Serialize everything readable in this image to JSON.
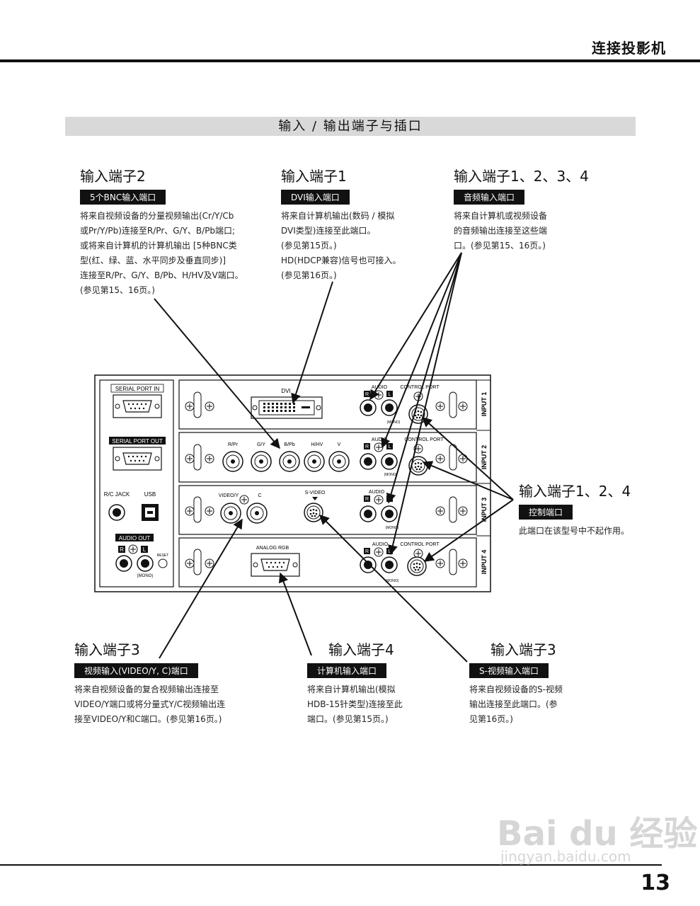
{
  "header": {
    "title": "连接投影机",
    "page_number": "13"
  },
  "banner": {
    "title": "输入 / 输出端子与插口"
  },
  "callouts": {
    "bnc": {
      "heading": "输入端子2",
      "tag": "5个BNC输入端口",
      "desc": "将来自视频设备的分量视频输出(Cr/Y/Cb\n或Pr/Y/Pb)连接至R/Pr、G/Y、B/Pb端口;\n或将来自计算机的计算机输出 [5种BNC类\n型(红、绿、蓝、水平同步及垂直同步)]\n连接至R/Pr、G/Y、B/Pb、H/HV及V端口。\n(参见第15、16页。)"
    },
    "dvi": {
      "heading": "输入端子1",
      "tag": "DVI输入端口",
      "desc": "将来自计算机输出(数码 / 模拟\nDVI类型)连接至此端口。\n(参见第15页。)\nHD(HDCP兼容)信号也可接入。\n(参见第16页。)"
    },
    "audio": {
      "heading": "输入端子1、2、3、4",
      "tag": "音频输入端口",
      "desc": "将来自计算机或视频设备\n的音频输出连接至这些端\n口。(参见第15、16页。)"
    },
    "control": {
      "heading": "输入端子1、2、4",
      "tag": "控制端口",
      "desc": "此端口在该型号中不起作用。"
    },
    "video": {
      "heading": "输入端子3",
      "tag": "视频输入(VIDEO/Y, C)端口",
      "desc": "将来自视频设备的复合视频输出连接至\nVIDEO/Y端口或将分量式Y/C视频输出连\n接至VIDEO/Y和C端口。(参见第16页。)"
    },
    "rgb": {
      "heading": "输入端子4",
      "tag": "计算机输入端口",
      "desc": "将来自计算机输出(模拟\nHDB-15针类型)连接至此\n端口。(参见第15页。)"
    },
    "svideo": {
      "heading": "输入端子3",
      "tag": "S-视频输入端口",
      "desc": "将来自视频设备的S-视频\n输出连接至此端口。(参\n见第16页。)"
    }
  },
  "panel": {
    "serial_in": "SERIAL PORT IN",
    "serial_out": "SERIAL PORT OUT",
    "rc_jack": "R/C JACK",
    "usb": "USB",
    "audio_out": "AUDIO OUT",
    "reset": "RESET",
    "mono": "(MONO)",
    "r": "R",
    "l": "L",
    "dvi": "DVI",
    "audio": "AUDIO",
    "control_port": "CONTROL PORT",
    "r_pr": "R/Pr",
    "g_y": "G/Y",
    "b_pb": "B/Pb",
    "h_hv": "H/HV",
    "v": "V",
    "video_y": "VIDEO/Y",
    "c": "C",
    "s_video": "S-VIDEO",
    "analog_rgb": "ANALOG RGB",
    "input1": "INPUT 1",
    "input2": "INPUT 2",
    "input3": "INPUT 3",
    "input4": "INPUT 4"
  },
  "watermark": {
    "logo": "Bai du 经验",
    "url": "jingyan.baidu.com"
  }
}
